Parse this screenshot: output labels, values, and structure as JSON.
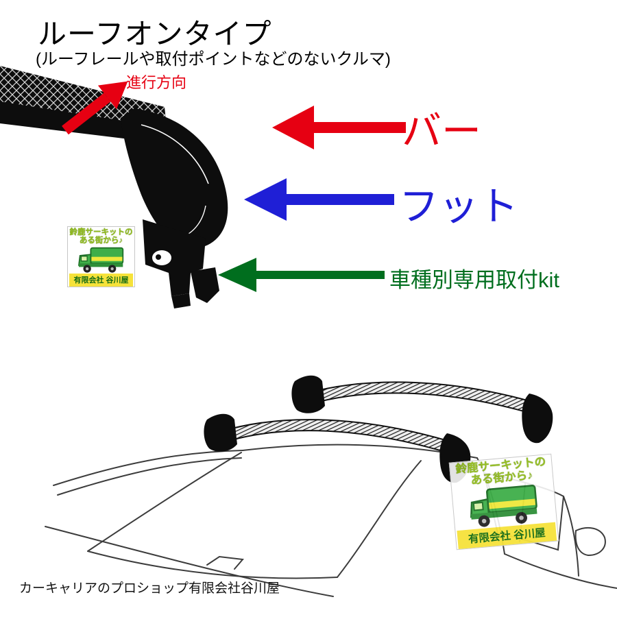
{
  "colors": {
    "red": "#e60012",
    "blue": "#1f1fd6",
    "green": "#006e1e"
  },
  "header": {
    "title": "ルーフオンタイプ",
    "subtitle": "(ルーフレールや取付ポイントなどのないクルマ)"
  },
  "labels": {
    "direction": "進行方向",
    "bar": "バー",
    "foot": "フット",
    "kit": "車種別専用取付kit"
  },
  "watermark": {
    "line1": "鈴鹿サーキットの",
    "line2": "ある街から♪",
    "company": "有限会社 谷川屋"
  },
  "footer": "カーキャリアのプロショップ有限会社谷川屋"
}
